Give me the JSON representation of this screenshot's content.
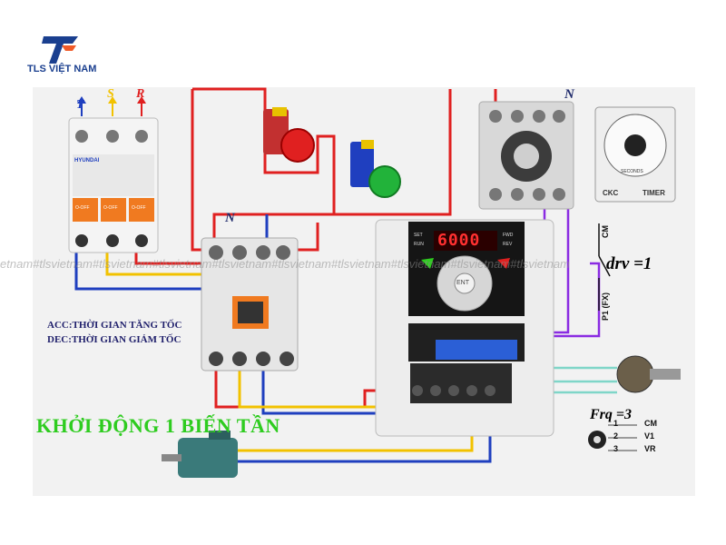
{
  "brand": {
    "name": "TLS VIỆT NAM",
    "color": "#1a3f8f",
    "accent": "#f05a28"
  },
  "phases": [
    {
      "label": "T",
      "color": "#1f3fbf"
    },
    {
      "label": "S",
      "color": "#f2c200"
    },
    {
      "label": "R",
      "color": "#e02020"
    }
  ],
  "neutral_labels": {
    "contactor": "N",
    "relay": "N"
  },
  "breaker": {
    "brand": "HYUNDAI",
    "switch_labels": [
      "O-OFF",
      "O-OFF",
      "O-OFF"
    ]
  },
  "notes": {
    "acc": "ACC:THỜI GIAN TĂNG TỐC",
    "dec": "DEC:THỜI GIAN GIẢM TỐC"
  },
  "title": "KHỞI ĐỘNG 1 BIẾN TẦN",
  "inverter": {
    "display": "6000",
    "set": "SET",
    "run": "RUN",
    "fwd": "FWD",
    "rev": "REV",
    "ent": "ENT"
  },
  "timer": {
    "brand": "CKC",
    "type": "TIMER",
    "unit": "SECONDS"
  },
  "switch_labels": {
    "top": "CM",
    "bottom": "P1 (FX)"
  },
  "param": "drv =1",
  "frequency": {
    "label": "Frq =3",
    "terminals": [
      {
        "num": "1",
        "name": "CM"
      },
      {
        "num": "2",
        "name": "V1"
      },
      {
        "num": "3",
        "name": "VR"
      }
    ]
  },
  "watermark": "etnam#tlsvietnam#tlsvietnam#tlsvietnam#tlsvietnam#tlsvietnam#tlsvietnam#tlsvietnam#tlsvietnam#tlsvietnam",
  "colors": {
    "red": "#e02020",
    "blue": "#1f3fbf",
    "yellow": "#f2c200",
    "purple": "#8a2be2",
    "cyan": "#7fd6c8",
    "green": "#2ecc1f"
  }
}
